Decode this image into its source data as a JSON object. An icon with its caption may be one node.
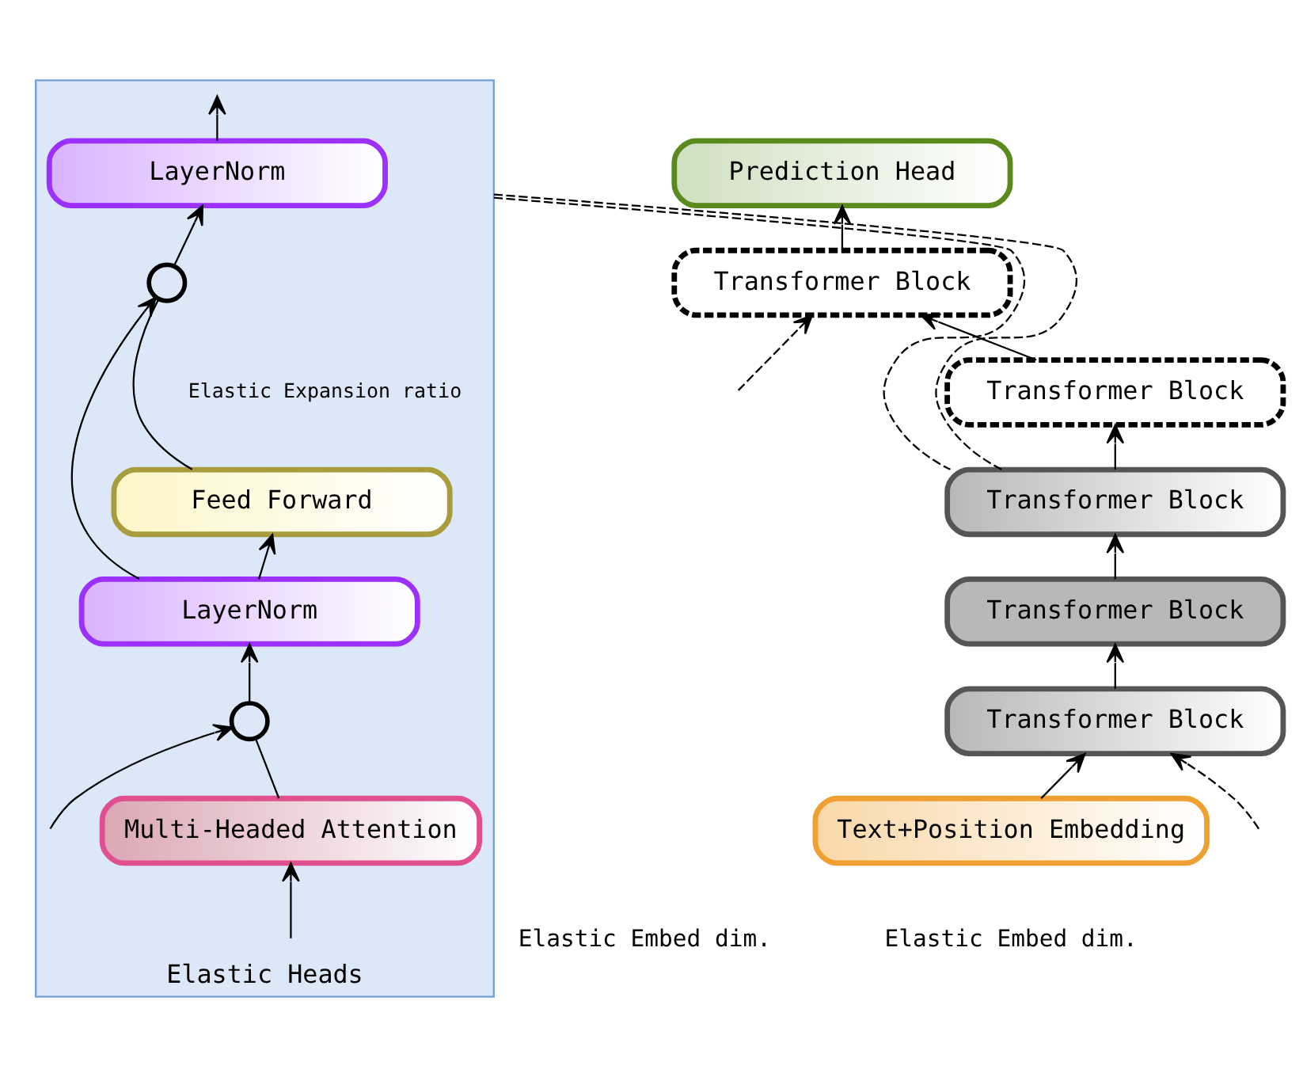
{
  "diagram": {
    "nodes": [
      {
        "text": [
          "Elastic Heads"
        ]
      },
      {
        "text": [
          "LayerNorm"
        ],
        "in": 0
      },
      {
        "text": [],
        "shape": "circle",
        "in": 0
      },
      {
        "text": [
          "Feed Forward"
        ],
        "in": 0
      },
      {
        "text": [
          "LayerNorm"
        ],
        "in": 0
      },
      {
        "text": [],
        "shape": "circle",
        "in": 0
      },
      {
        "text": [
          "Multi-Headed Attention"
        ],
        "in": 0
      },
      {
        "text": [
          "Prediction Head"
        ]
      },
      {
        "text": [
          "Transformer Block"
        ]
      },
      {
        "text": [
          "Transformer Block"
        ]
      },
      {
        "text": [
          "Transformer Block"
        ]
      },
      {
        "text": [
          "Transformer Block"
        ]
      },
      {
        "text": [
          "Transformer Block"
        ]
      },
      {
        "text": [
          "Text+Position Embedding"
        ]
      }
    ],
    "edges": [
      {
        "from": null,
        "to": 6,
        "arrow": "to"
      },
      {
        "from": null,
        "to": 5,
        "arrow": "to"
      },
      {
        "from": 6,
        "to": 5,
        "arrow": "none"
      },
      {
        "from": 5,
        "to": 4,
        "arrow": "to"
      },
      {
        "from": 4,
        "to": 3,
        "arrow": "to"
      },
      {
        "from": 4,
        "to": 2,
        "arrow": "to"
      },
      {
        "from": 3,
        "to": 2,
        "arrow": "none"
      },
      {
        "from": 2,
        "to": 1,
        "arrow": "to"
      },
      {
        "from": 1,
        "to": null,
        "arrow": "to"
      },
      {
        "from": 13,
        "to": 12,
        "arrow": "to"
      },
      {
        "from": 12,
        "to": 11,
        "arrow": "to"
      },
      {
        "from": 11,
        "to": 10,
        "arrow": "to"
      },
      {
        "from": 10,
        "to": 9,
        "arrow": "to"
      },
      {
        "from": 9,
        "to": 8,
        "arrow": "to"
      },
      {
        "from": 8,
        "to": 7,
        "arrow": "to"
      },
      {
        "from": null,
        "to": 8,
        "arrow": "to",
        "style": "dashed"
      },
      {
        "from": null,
        "to": 12,
        "arrow": "to",
        "style": "dashed"
      },
      {
        "from": 0,
        "to": 10,
        "arrow": "none",
        "style": "dashed"
      },
      {
        "from": 0,
        "to": 10,
        "arrow": "none",
        "style": "dashed"
      }
    ],
    "labels": [
      "Elastic Expansion ratio",
      "Elastic Embed dim.",
      "Elastic Embed dim."
    ]
  }
}
